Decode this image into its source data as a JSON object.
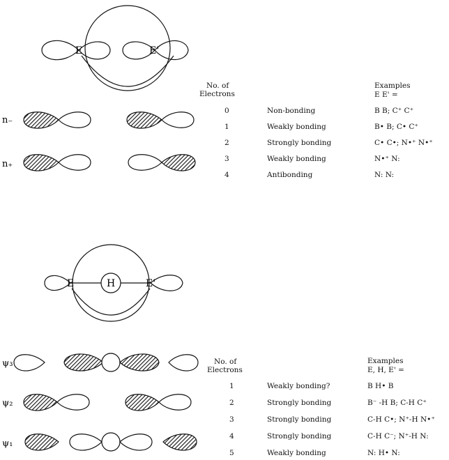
{
  "labels": {
    "top_left": "E",
    "top_right": "E'",
    "bottom_left": "E",
    "bottom_center": "H",
    "bottom_right": "E'",
    "n_minus": "n₋",
    "n_plus": "n₊",
    "psi3": "ψ₃",
    "psi2": "ψ₂",
    "psi1": "ψ₁"
  },
  "table1": {
    "header_no_line1": "No. of",
    "header_no_line2": "Electrons",
    "header_ex_line1": "Examples",
    "header_ex_line2": "E E' =",
    "rows": [
      {
        "n": "0",
        "desc": "Non-bonding",
        "ex": "B B; C⁺ C⁺"
      },
      {
        "n": "1",
        "desc": "Weakly bonding",
        "ex": "B• B; C• C⁺"
      },
      {
        "n": "2",
        "desc": "Strongly bonding",
        "ex": "C• C•; N•⁺ N•⁺"
      },
      {
        "n": "3",
        "desc": "Weakly bonding",
        "ex": "N•⁺ N:"
      },
      {
        "n": "4",
        "desc": "Antibonding",
        "ex": "N: N:"
      }
    ]
  },
  "table2": {
    "header_no_line1": "No. of",
    "header_no_line2": "Electrons",
    "header_ex_line1": "Examples",
    "header_ex_line2": "E, H, E' =",
    "rows": [
      {
        "n": "1",
        "desc": "Weakly bonding?",
        "ex": "B H• B"
      },
      {
        "n": "2",
        "desc": "Strongly bonding",
        "ex": "B⁻ -H B; C-H C⁺"
      },
      {
        "n": "3",
        "desc": "Strongly bonding",
        "ex": "C-H C•; N⁺-H N•⁺"
      },
      {
        "n": "4",
        "desc": "Strongly bonding",
        "ex": "C-H C⁻; N⁺-H N:"
      },
      {
        "n": "5",
        "desc": "Weakly bonding",
        "ex": "N: H• N:"
      }
    ]
  }
}
